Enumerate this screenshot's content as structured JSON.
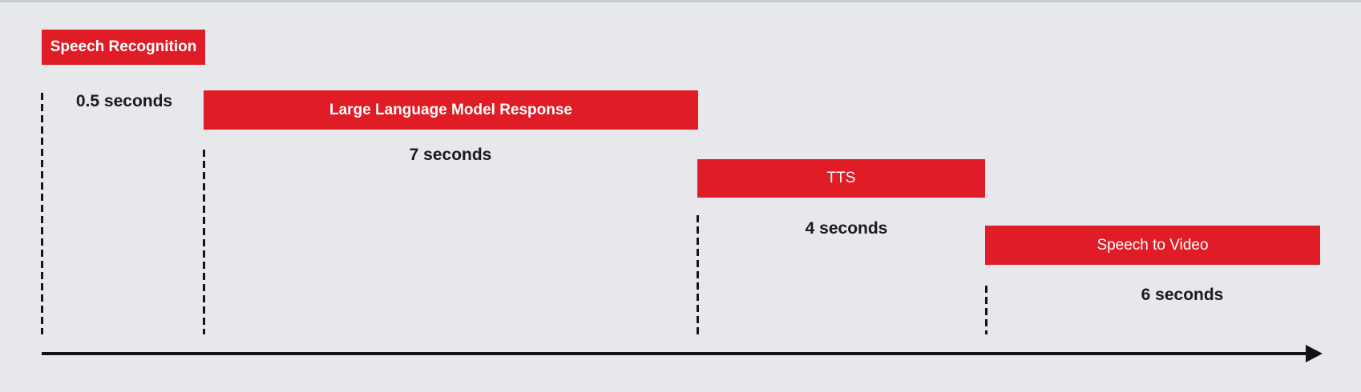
{
  "stages": [
    {
      "label": "Speech Recognition",
      "duration_label": "0.5 seconds",
      "duration_seconds": 0.5
    },
    {
      "label": "Large Language Model Response",
      "duration_label": "7 seconds",
      "duration_seconds": 7
    },
    {
      "label": "TTS",
      "duration_label": "4 seconds",
      "duration_seconds": 4
    },
    {
      "label": "Speech to Video",
      "duration_label": "6 seconds",
      "duration_seconds": 6
    }
  ],
  "colors": {
    "bar_fill": "#e01d26",
    "bar_text": "#ffffff",
    "duration_text": "#1a1a1a",
    "background": "#e6e8ec",
    "axis": "#121212",
    "top_border": "#c8ccd2"
  },
  "axis": {
    "type": "time-arrow",
    "direction": "left-to-right"
  },
  "chart_data": {
    "type": "bar",
    "subtype": "sequential-gantt-timeline",
    "categories": [
      "Speech Recognition",
      "Large Language Model Response",
      "TTS",
      "Speech to Video"
    ],
    "values": [
      0.5,
      7,
      4,
      6
    ],
    "value_labels": [
      "0.5 seconds",
      "7 seconds",
      "4 seconds",
      "6 seconds"
    ],
    "title": "",
    "xlabel": "",
    "ylabel": "",
    "orientation": "horizontal, stages cascade left-to-right and top-to-bottom along a time arrow",
    "legend": "none",
    "grid": "off",
    "markers": "dashed vertical line at the start of each stage down to the time axis"
  }
}
